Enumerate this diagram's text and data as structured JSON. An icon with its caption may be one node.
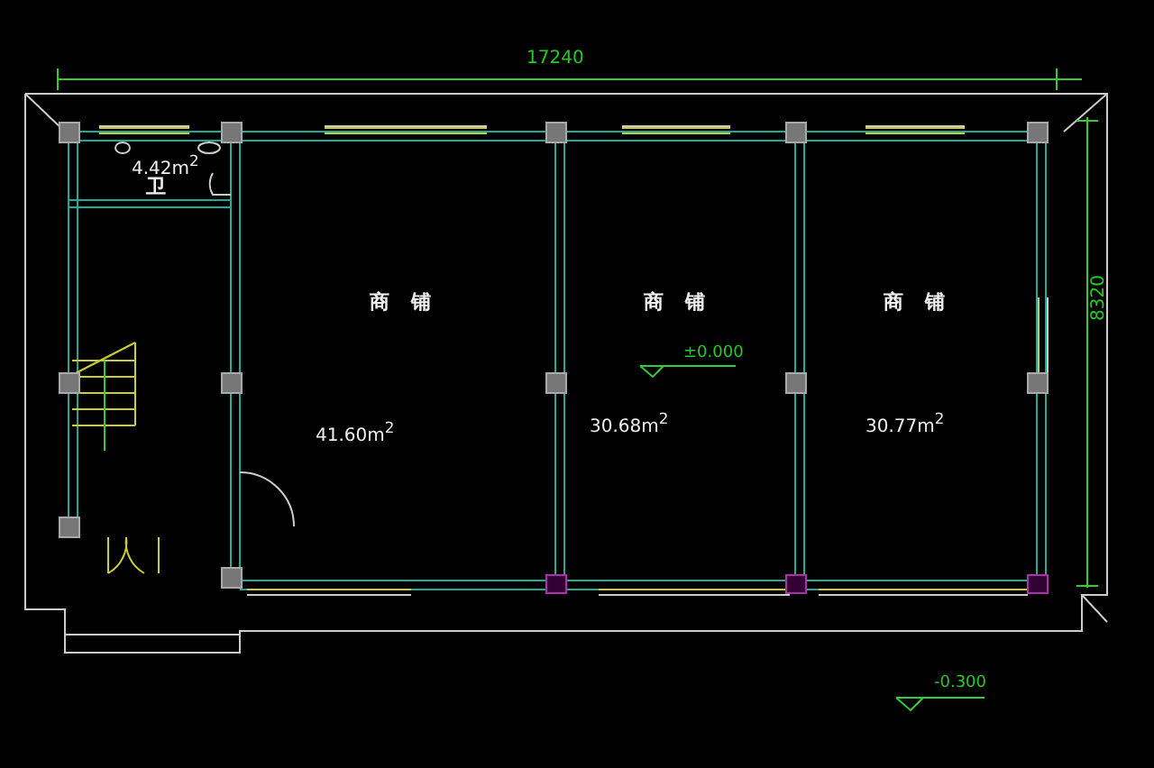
{
  "diagram": {
    "nodes": [
      {
        "text": [
          "4.42m$^{2}$",
          "卫"
        ]
      },
      {
        "text": [
          "商铺",
          "41.60m$^{2}$"
        ]
      },
      {
        "text": [
          "商铺",
          "30.68m$^{2}$"
        ]
      },
      {
        "text": [
          "商铺",
          "30.77m$^{2}$"
        ]
      }
    ],
    "labels": [
      "17240",
      "8320",
      "±0.000",
      "-0.300"
    ]
  }
}
